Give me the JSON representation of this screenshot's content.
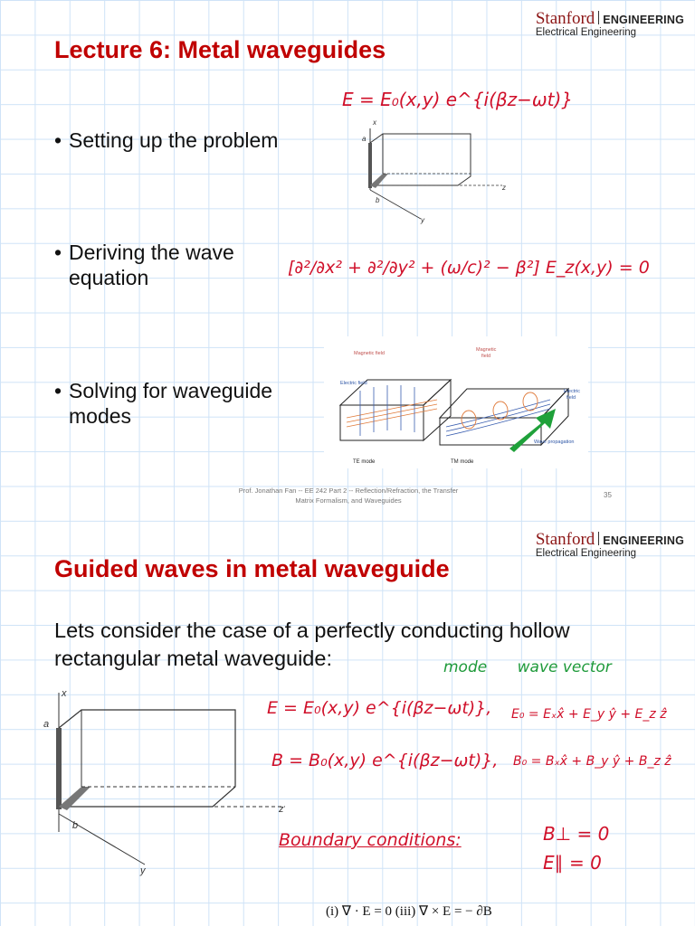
{
  "brand": {
    "stanford": "Stanford",
    "engineering": "ENGINEERING",
    "dept": "Electrical Engineering"
  },
  "slide1": {
    "title": "Lecture 6: Metal waveguides",
    "bullets": [
      "Setting up the problem",
      "Deriving the wave",
      "equation",
      "Solving for waveguide",
      "modes"
    ],
    "handwritten_field": "E = E₀(x,y) e^{i(βz−ωt)}",
    "handwritten_wave_eq": "[∂²/∂x² + ∂²/∂y² + (ω/c)² − β²] E_z(x,y) = 0",
    "figure_labels": {
      "x": "x",
      "y": "y",
      "z": "z",
      "a": "a",
      "b": "b"
    },
    "mode_figure": {
      "magnetic1": "Magnetic field",
      "magnetic2": "Magnetic",
      "magnetic2b": "field",
      "electric1": "Electric field",
      "electric2": "Electric",
      "electric2b": "field",
      "propagation": "Wave propagation",
      "te": "TE mode",
      "tm": "TM mode"
    },
    "footer_line1": "Prof. Jonathan Fan -- EE 242 Part 2 -- Reflection/Refraction, the Transfer",
    "footer_line2": "Matrix Formalism, and Waveguides",
    "page_number": "35"
  },
  "slide2": {
    "title": "Guided waves in metal waveguide",
    "paragraph_line1": "Lets consider the case of a perfectly conducting hollow",
    "paragraph_line2": "rectangular metal waveguide:",
    "annotation_mode": "mode",
    "annotation_wavevector": "wave vector",
    "eq_E": "E = E₀(x,y) e^{i(βz−ωt)},",
    "eq_E0": "E₀ = Eₓx̂ + E_y ŷ + E_z ẑ",
    "eq_B": "B = B₀(x,y) e^{i(βz−ωt)},",
    "eq_B0": "B₀ = Bₓx̂ + B_y ŷ + B_z ẑ",
    "boundary": "Boundary conditions:",
    "bc1": "B⊥ = 0",
    "bc2": "E∥ = 0",
    "maxwell": "(i)  ∇ · E = 0        (iii)  ∇ × E = − ∂B",
    "figure_labels": {
      "x": "x",
      "y": "y",
      "z": "z",
      "a": "a",
      "b": "b"
    }
  }
}
